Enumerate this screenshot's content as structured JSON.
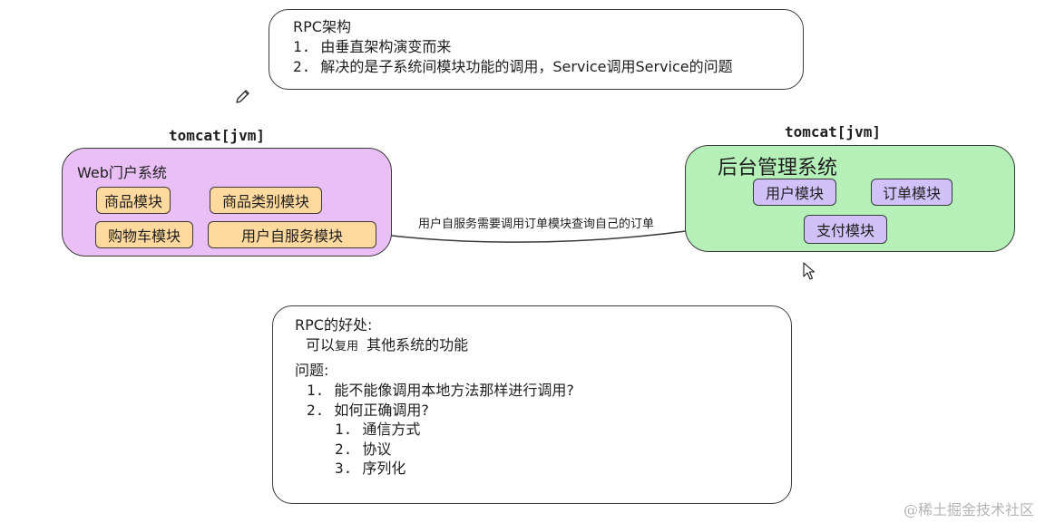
{
  "colors": {
    "web_system_fill": "#e9bff5",
    "backend_system_fill": "#b4f0b8",
    "web_module_fill": "#ffd99e",
    "backend_module_fill": "#d0c2f8",
    "stroke": "#3a3a3a"
  },
  "architecture_note": {
    "title": "RPC架构",
    "items": [
      {
        "num": "1.",
        "text": "由垂直架构演变而来"
      },
      {
        "num": "2.",
        "text": "解决的是子系统间模块功能的调用，Service调用Service的问题"
      }
    ]
  },
  "web_system": {
    "container_label": "tomcat[jvm]",
    "title": "Web门户系统",
    "modules": [
      "商品模块",
      "商品类别模块",
      "购物车模块",
      "用户自服务模块"
    ]
  },
  "backend_system": {
    "container_label": "tomcat[jvm]",
    "title": "后台管理系统",
    "modules": [
      "用户模块",
      "订单模块",
      "支付模块"
    ]
  },
  "arrow_label": "用户自服务需要调用订单模块查询自己的订单",
  "benefits_note": {
    "title": "RPC的好处:",
    "benefit_prefix": "可以",
    "benefit_small": "复用",
    "benefit_suffix": "其他系统的功能",
    "questions_title": "问题:",
    "questions": [
      {
        "num": "1.",
        "text": "能不能像调用本地方法那样进行调用?"
      },
      {
        "num": "2.",
        "text": "如何正确调用?"
      }
    ],
    "sub_items": [
      {
        "num": "1.",
        "text": "通信方式"
      },
      {
        "num": "2.",
        "text": "协议"
      },
      {
        "num": "3.",
        "text": "序列化"
      }
    ]
  },
  "watermark": "@稀土掘金技术社区",
  "icons": [
    "pencil-icon",
    "mouse-cursor-icon"
  ]
}
